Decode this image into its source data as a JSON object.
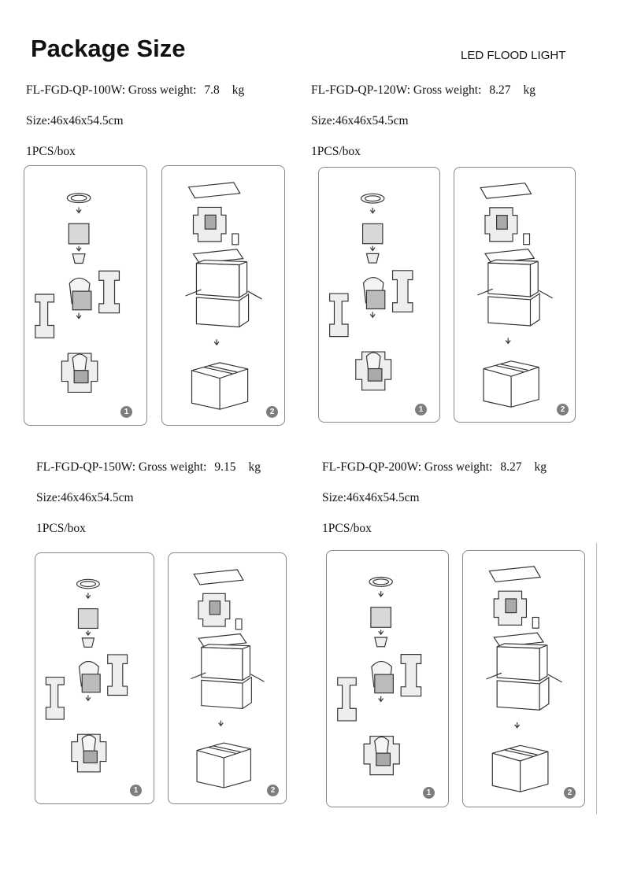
{
  "header": {
    "title": "Package Size",
    "subtitle": "LED FLOOD LIGHT"
  },
  "items": [
    {
      "model": "FL-FGD-QP-100W: Gross weight:",
      "weight": "7.8",
      "unit": "kg",
      "size": "Size:46x46x54.5cm",
      "qty": "1PCS/box",
      "step1": "1",
      "step2": "2"
    },
    {
      "model": "FL-FGD-QP-120W: Gross weight:",
      "weight": "8.27",
      "unit": "kg",
      "size": "Size:46x46x54.5cm",
      "qty": "1PCS/box",
      "step1": "1",
      "step2": "2"
    },
    {
      "model": "FL-FGD-QP-150W: Gross weight:",
      "weight": "9.15",
      "unit": "kg",
      "size": "Size:46x46x54.5cm",
      "qty": "1PCS/box",
      "step1": "1",
      "step2": "2"
    },
    {
      "model": "FL-FGD-QP-200W: Gross weight:",
      "weight": "8.27",
      "unit": "kg",
      "size": "Size:46x46x54.5cm",
      "qty": "1PCS/box",
      "step1": "1",
      "step2": "2"
    }
  ]
}
